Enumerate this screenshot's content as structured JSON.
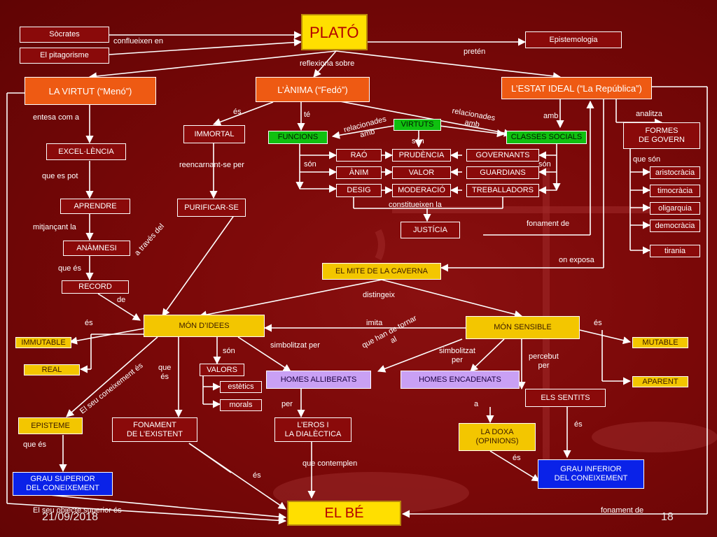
{
  "title": "PLATÓ",
  "boxes": {
    "socrates": "Sòcrates",
    "pitagorisme": "El pitagorisme",
    "epistemologia": "Epistemologia",
    "virtut": "LA VIRTUT (“Menó”)",
    "anima": "L’ÀNIMA (“Fedó”)",
    "estat": "L’ESTAT IDEAL (“La República”)",
    "excelencia": "EXCEL·LÈNCIA",
    "aprendre": "APRENDRE",
    "anamnesi": "ANÀMNESI",
    "record": "RECORD",
    "immortal": "IMMORTAL",
    "purificar": "PURIFICAR-SE",
    "funcions": "FUNCIONS",
    "virtuts": "VIRTUTS",
    "classes": "CLASSES SOCIALS",
    "rao": "RAÓ",
    "anim": "ÀNIM",
    "desig": "DESIG",
    "prudencia": "PRUDÈNCIA",
    "valor": "VALOR",
    "moderacio": "MODERACIÓ",
    "governants": "GOVERNANTS",
    "guardians": "GUARDIANS",
    "treballadors": "TREBALLADORS",
    "justicia": "JUSTÍCIA",
    "formes": "FORMES\nDE GOVERN",
    "aristocracia": "aristocràcia",
    "timocracia": "timocràcia",
    "oligarquia": "oligarquia",
    "democracia": "democràcia",
    "tirania": "tirania",
    "caverna": "EL MITE DE LA CAVERNA",
    "mon_idees": "MÓN D’IDEES",
    "mon_sensible": "MÓN SENSIBLE",
    "immutable": "IMMUTABLE",
    "real": "REAL",
    "mutable": "MUTABLE",
    "aparent": "APARENT",
    "valors": "VALORS",
    "estetics": "estètics",
    "morals": "morals",
    "homes_alliberats": "HOMES ALLIBERATS",
    "homes_encadenats": "HOMES ENCADENATS",
    "sentits": "ELS SENTITS",
    "episteme": "EPISTEME",
    "fonament_existent": "FONAMENT\nDE L’EXISTENT",
    "eros": "L’EROS I\nLA DIALÈCTICA",
    "doxa": "LA DOXA\n(OPINIONS)",
    "grau_superior": "GRAU SUPERIOR\nDEL CONEIXEMENT",
    "grau_inferior": "GRAU INFERIOR\nDEL CONEIXEMENT",
    "be": "EL BÉ"
  },
  "labels": {
    "conflueixen": "conflueixen en",
    "preten": "pretén",
    "reflexiona": "reflexiona sobre",
    "entesa": "entesa com a",
    "que_es_pot": "que es pot",
    "mitjancant": "mitjançant la",
    "que_es": "que és",
    "de": "de",
    "es1": "és",
    "te": "té",
    "reencarnant": "reencarnant-se per",
    "a_traves": "a través del",
    "relacionades1": "relacionades\namb",
    "relacionades2": "relacionades\namb",
    "son1": "són",
    "son2": "són",
    "son3": "són",
    "amb": "amb",
    "analitza": "analitza",
    "que_son": "que són",
    "constitueixen": "constitueixen la",
    "fonament_de": "fonament de",
    "on_exposa": "on exposa",
    "distingeix": "distingeix",
    "es2": "és",
    "imita": "imita",
    "es3": "és",
    "son4": "són",
    "simbolitzat1": "simbolitzat per",
    "que_han": "que han de tornar\nal",
    "simbolitzat2": "simbolitzat\nper",
    "percebut": "percebut\nper",
    "que_es2": "que\nés",
    "coneixement": "El seu coneixement és",
    "per": "per",
    "a": "a",
    "es4": "és",
    "que_es3": "que  és",
    "que_contemplen": "que contemplen",
    "es5": "és",
    "es6": "és",
    "objecte": "El seu objecte superior és",
    "fonament_de2": "fonament de"
  },
  "footer": {
    "date": "21/09/2018",
    "page": "18"
  },
  "colors": {
    "background": "#7a0808",
    "orange": "#ee5a13",
    "yellow": "#f3c600",
    "green": "#10c010",
    "purple": "#c9a0f4",
    "blue": "#0a22e8"
  }
}
